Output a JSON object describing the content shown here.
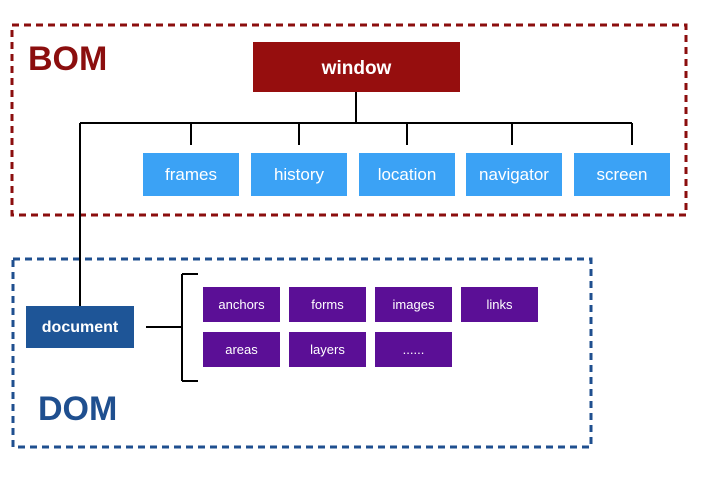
{
  "bom": {
    "label": "BOM",
    "color": "#8b0e0e",
    "root": "window",
    "root_color": "#960e0e",
    "children": [
      "frames",
      "history",
      "location",
      "navigator",
      "screen"
    ],
    "child_color": "#3ba2f5"
  },
  "dom": {
    "label": "DOM",
    "color": "#1f4f8f",
    "root": "document",
    "root_color": "#1e5597",
    "children_row1": [
      "anchors",
      "forms",
      "images",
      "links"
    ],
    "children_row2": [
      "areas",
      "layers",
      "......"
    ],
    "child_color": "#5b0f96"
  },
  "connector_color": "#000000"
}
